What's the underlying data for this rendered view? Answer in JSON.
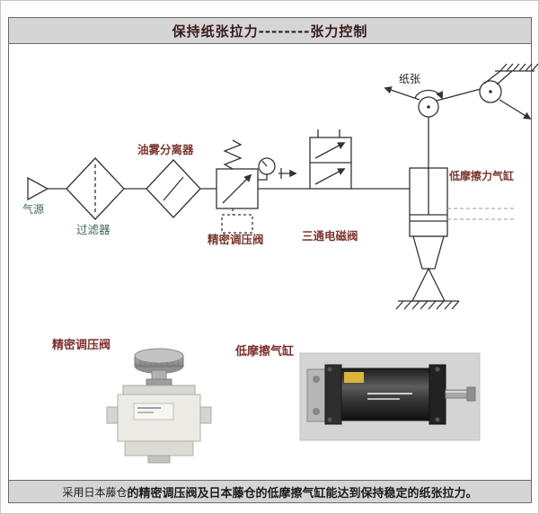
{
  "title": "保持纸张拉力--------张力控制",
  "schematic": {
    "air_source_label": "气源",
    "filter_label": "过滤器",
    "oil_mist_separator_label": "油雾分离器",
    "precision_regulator_label": "精密调压阀",
    "solenoid_valve_label": "三通电磁阀",
    "low_friction_cylinder_label": "低摩擦力气缸",
    "paper_label": "纸张"
  },
  "photos": {
    "regulator_caption": "精密调压阀",
    "cylinder_caption": "低摩擦气缸"
  },
  "footer": {
    "part1": "采用日本藤仓",
    "part2": "的精密调压阀及日本藤仓的低摩擦气缸能达到保持稳定的纸张拉力。"
  },
  "colors": {
    "bar_bg": "#d5d5d5",
    "line": "#333333",
    "label_maroon": "#7a372e",
    "label_teal": "#41635a",
    "title_text": "#3a1d1d"
  }
}
